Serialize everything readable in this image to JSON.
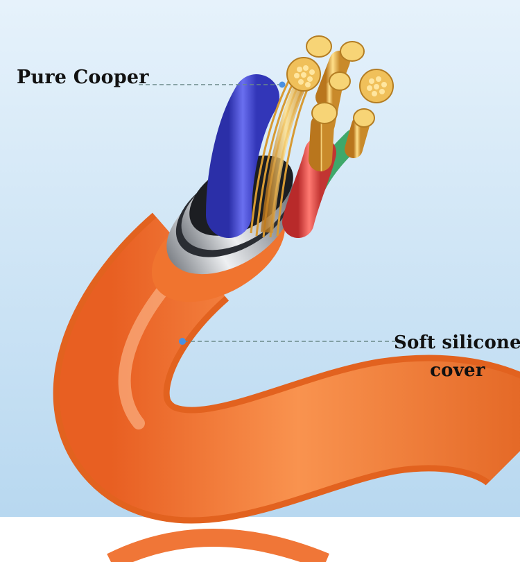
{
  "callouts": {
    "copper_label": "Pure Cooper",
    "silicone_label_line1": "Soft silicone",
    "silicone_label_line2": "cover"
  },
  "colors": {
    "background_top": "#e6f2fb",
    "background_bottom": "#b8d8f0",
    "cable_orange": "#f47b3a",
    "copper_gold": "#e0a93c",
    "wire_blue": "#4a4fd8",
    "wire_red": "#e64a46",
    "wire_green": "#3fa86a",
    "metal_ring": "#b9bcc2",
    "callout_dot": "#4a90e2",
    "callout_line": "#6b8a8a"
  },
  "icons": [
    "cable-illustration",
    "callout-dot"
  ]
}
